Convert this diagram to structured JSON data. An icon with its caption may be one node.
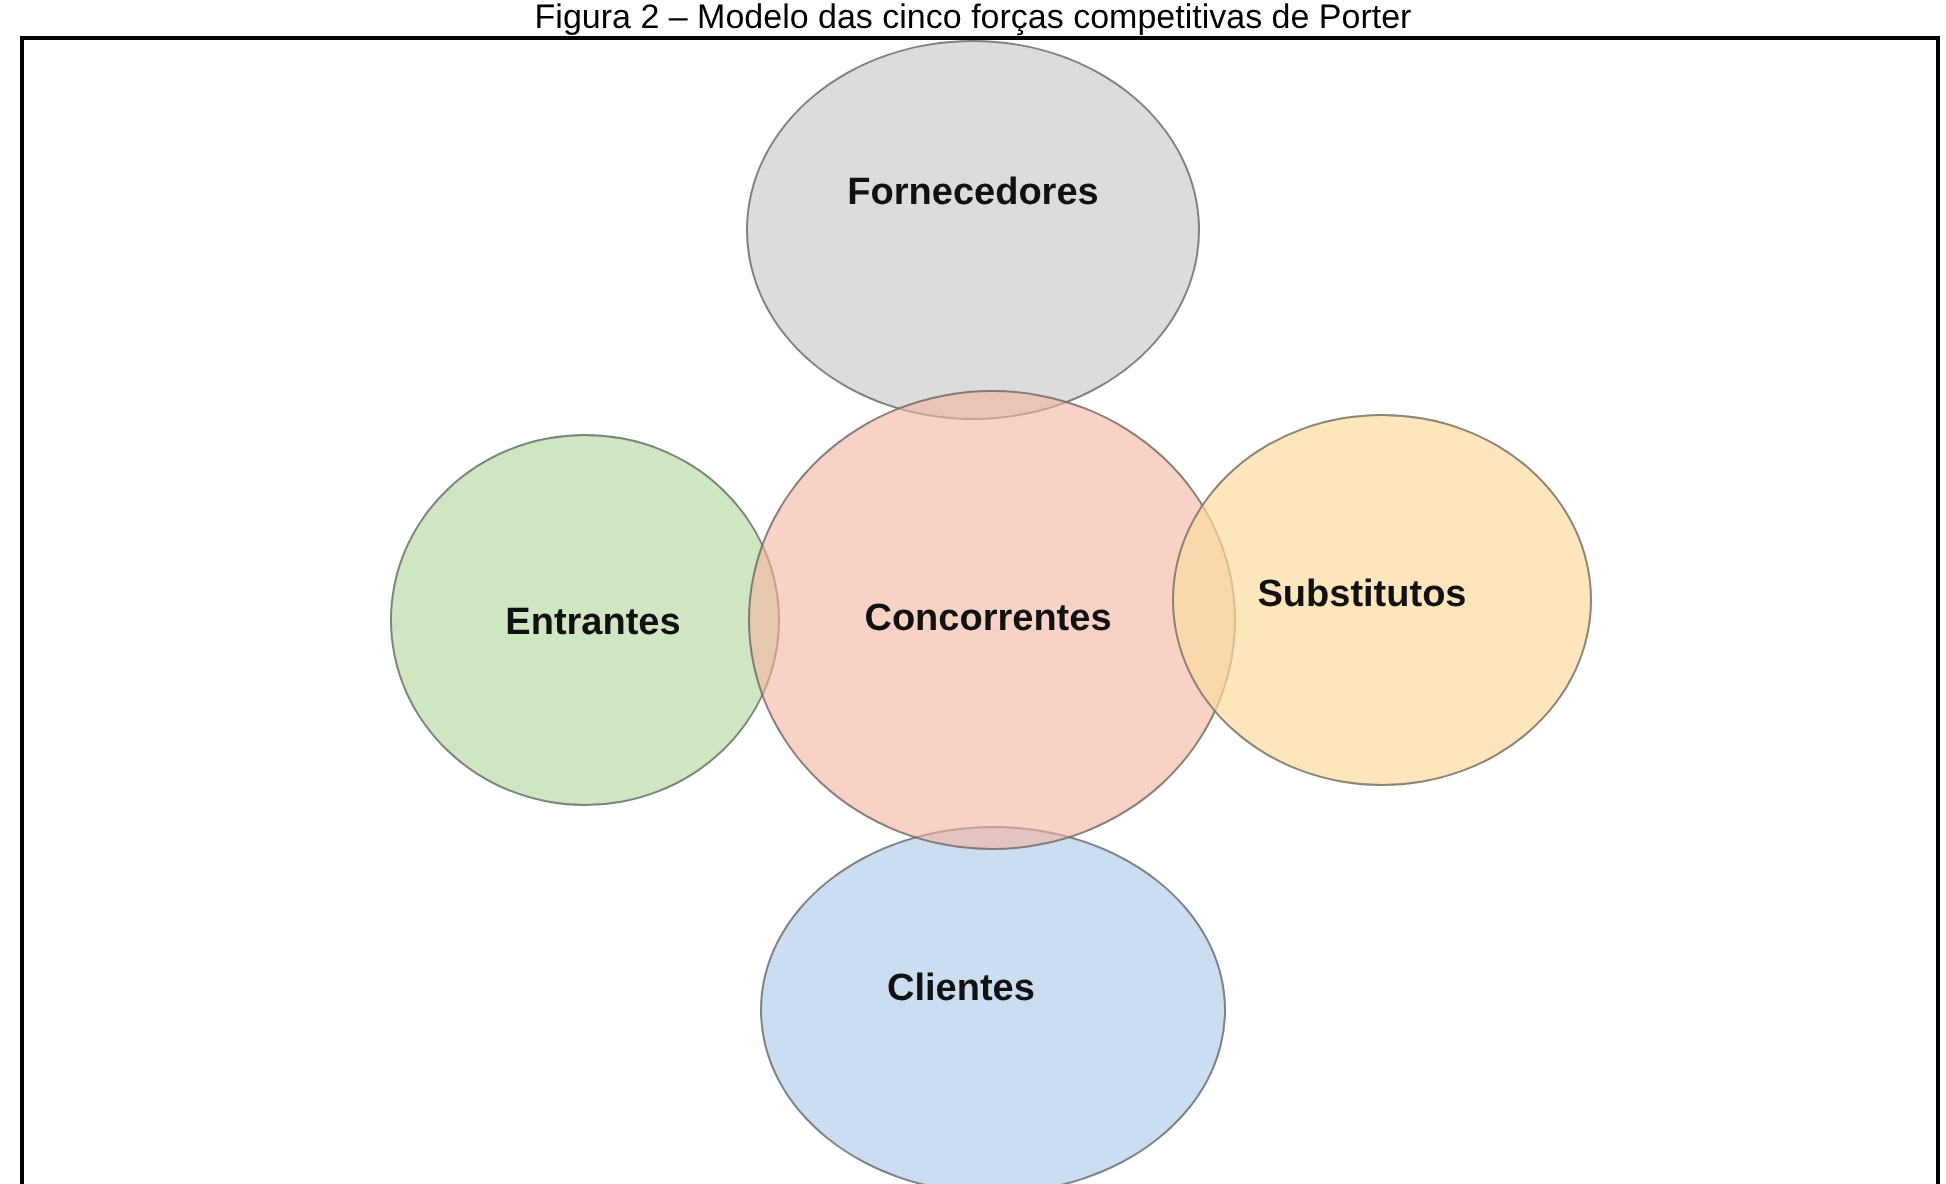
{
  "diagram": {
    "title": "Figura 2 – Modelo das cinco forças competitivas de Porter",
    "nodes": [
      {
        "text": [
          "Fornecedores"
        ]
      },
      {
        "text": [
          "Entrantes"
        ]
      },
      {
        "text": [
          "Concorrentes"
        ]
      },
      {
        "text": [
          "Substitutos"
        ]
      },
      {
        "text": [
          "Clientes"
        ]
      }
    ]
  }
}
